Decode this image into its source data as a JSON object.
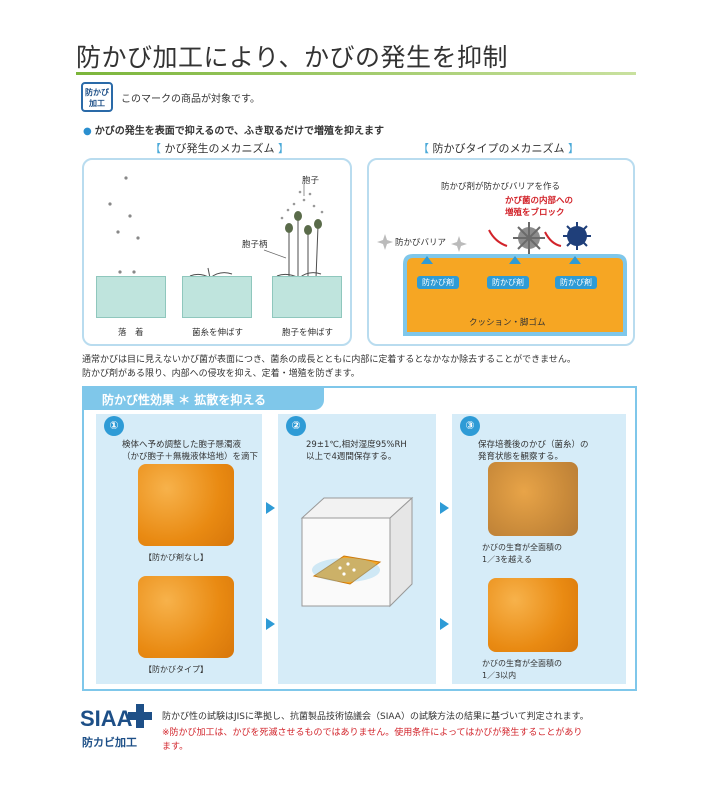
{
  "title": "防かび加工により、かびの発生を抑制",
  "mark": {
    "badge_line1": "防かび",
    "badge_line2": "加工",
    "text": "このマークの商品が対象です。"
  },
  "lead": "かびの発生を表面で抑えるので、ふき取るだけで増殖を抑えます",
  "left_section": {
    "title_open": "【",
    "title": " かび発生のメカニズム ",
    "title_close": "】",
    "spore_label": "胞子",
    "stalk_label": "胞子柄",
    "captions": [
      "落　着",
      "菌糸を伸ばす",
      "胞子を伸ばす"
    ]
  },
  "right_section": {
    "title_open": "【",
    "title": " 防かびタイプのメカニズム ",
    "title_close": "】",
    "barrier_text": "防かび剤が防かびバリアを作る",
    "barrier_label": "防かびバリア",
    "block_text_1": "かび菌の内部への",
    "block_text_2": "増殖をブロック",
    "agent_label": "防かび剤",
    "cushion_label": "クッション・脚ゴム"
  },
  "explanation": [
    "通常かびは目に見えないかび菌が表面につき、菌糸の成長とともに内部に定着するとなかなか除去することができません。",
    "防かび剤がある限り、内部への侵攻を抑え、定着・増殖を防ぎます。"
  ],
  "effect": {
    "title": "防かび性効果 ＊ 拡散を抑える",
    "steps": [
      {
        "num": "①",
        "text_1": "検体へ予め調整した胞子懸濁液",
        "text_2": "（かび胞子＋無機液体培地）を滴下"
      },
      {
        "num": "②",
        "text_1": "29±1℃,相対湿度95%RH",
        "text_2": "以上で4週間保存する。"
      },
      {
        "num": "③",
        "text_1": "保存培養後のかび（菌糸）の",
        "text_2": "発育状態を観察する。"
      }
    ],
    "label_none": "【防かび剤なし】",
    "label_type": "【防かびタイプ】",
    "result_1a": "かびの生育が全面積の",
    "result_1b": "1／3を越える",
    "result_2a": "かびの生育が全面積の",
    "result_2b": "1／3以内"
  },
  "footer": {
    "siaa": "SIAA",
    "siaa_sub": "防カビ加工",
    "line1": "防かび性の試験はJISに準拠し、抗菌製品技術協議会（SIAA）の試験方法の結果に基づいて判定されます。",
    "line2a": "※防かび加工は、かびを死滅させるものではありません。使用条件によってはかびが発生することがあり",
    "line2b": "ます。"
  }
}
